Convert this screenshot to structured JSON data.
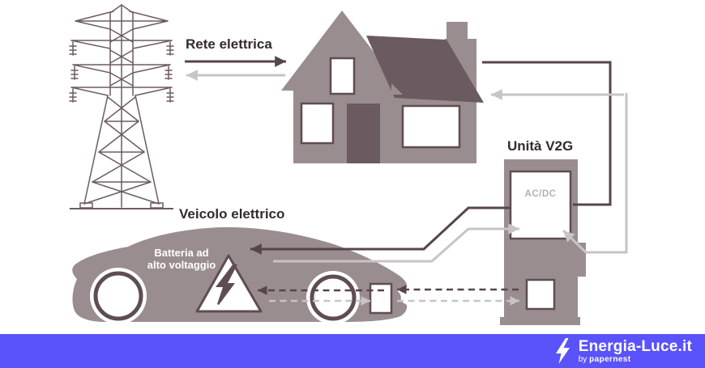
{
  "colors": {
    "body": "#9a8d90",
    "roof": "#6b5a60",
    "border": "#5e4d52",
    "pylon": "#6d5b61",
    "line_dark": "#564549",
    "line_light": "#c9c3c6",
    "text_dark": "#332b2e",
    "screen_text": "#b7b0b3",
    "footer_bar": "#5a52fb"
  },
  "diagram": {
    "grid_label": "Rete elettrica",
    "vehicle_label": "Veicolo elettrico",
    "v2g_label": "Unità V2G",
    "battery_label_line1": "Batteria ad",
    "battery_label_line2": "alto voltaggio",
    "converter_label": "AC/DC"
  },
  "footer": {
    "brand": "Energia-Luce.it",
    "byline_prefix": "by",
    "byline_name": "papernest"
  }
}
